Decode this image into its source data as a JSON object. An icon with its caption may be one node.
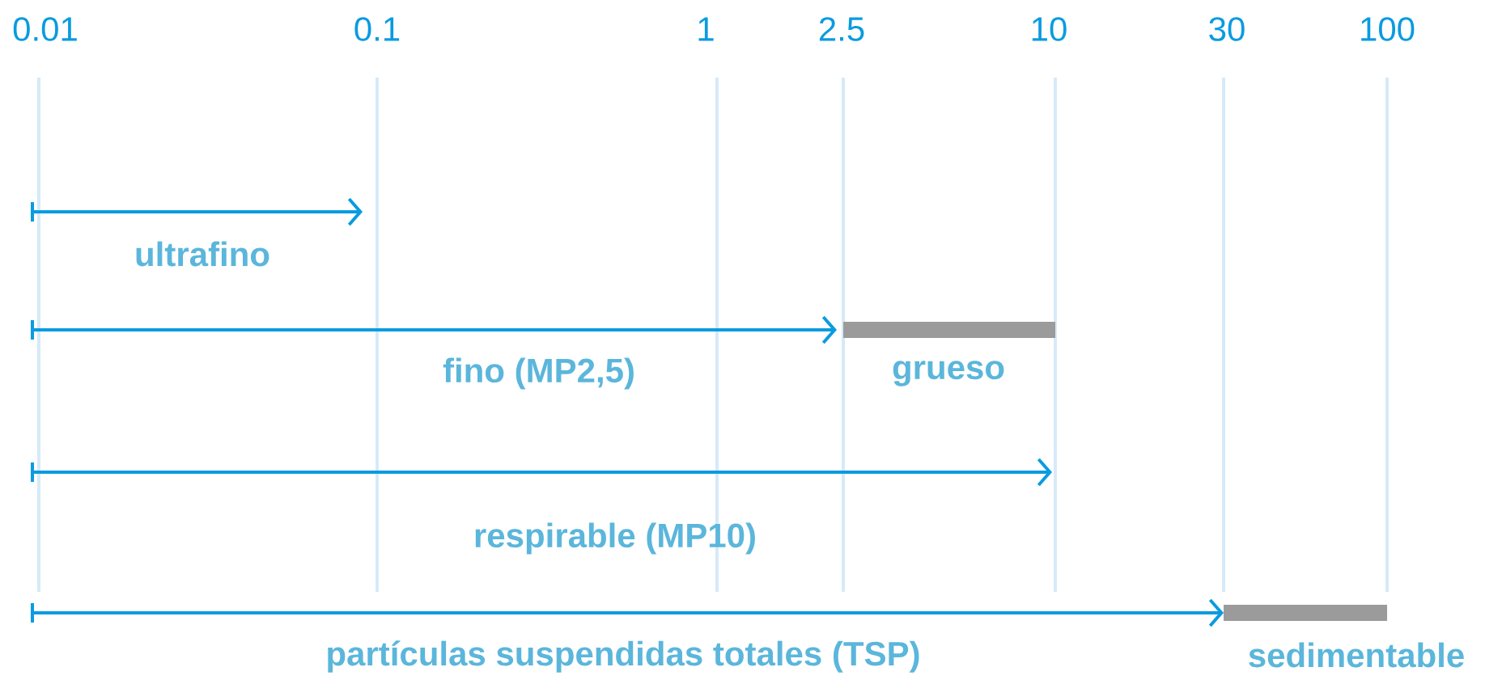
{
  "diagram": {
    "labels": [
      "0.01",
      "0.1",
      "1",
      "2.5",
      "10",
      "30",
      "100",
      "ultrafino",
      "fino (MP2,5)",
      "grueso",
      "respirable (MP10)",
      "partículas suspendidas totales (TSP)",
      "sedimentable"
    ]
  }
}
